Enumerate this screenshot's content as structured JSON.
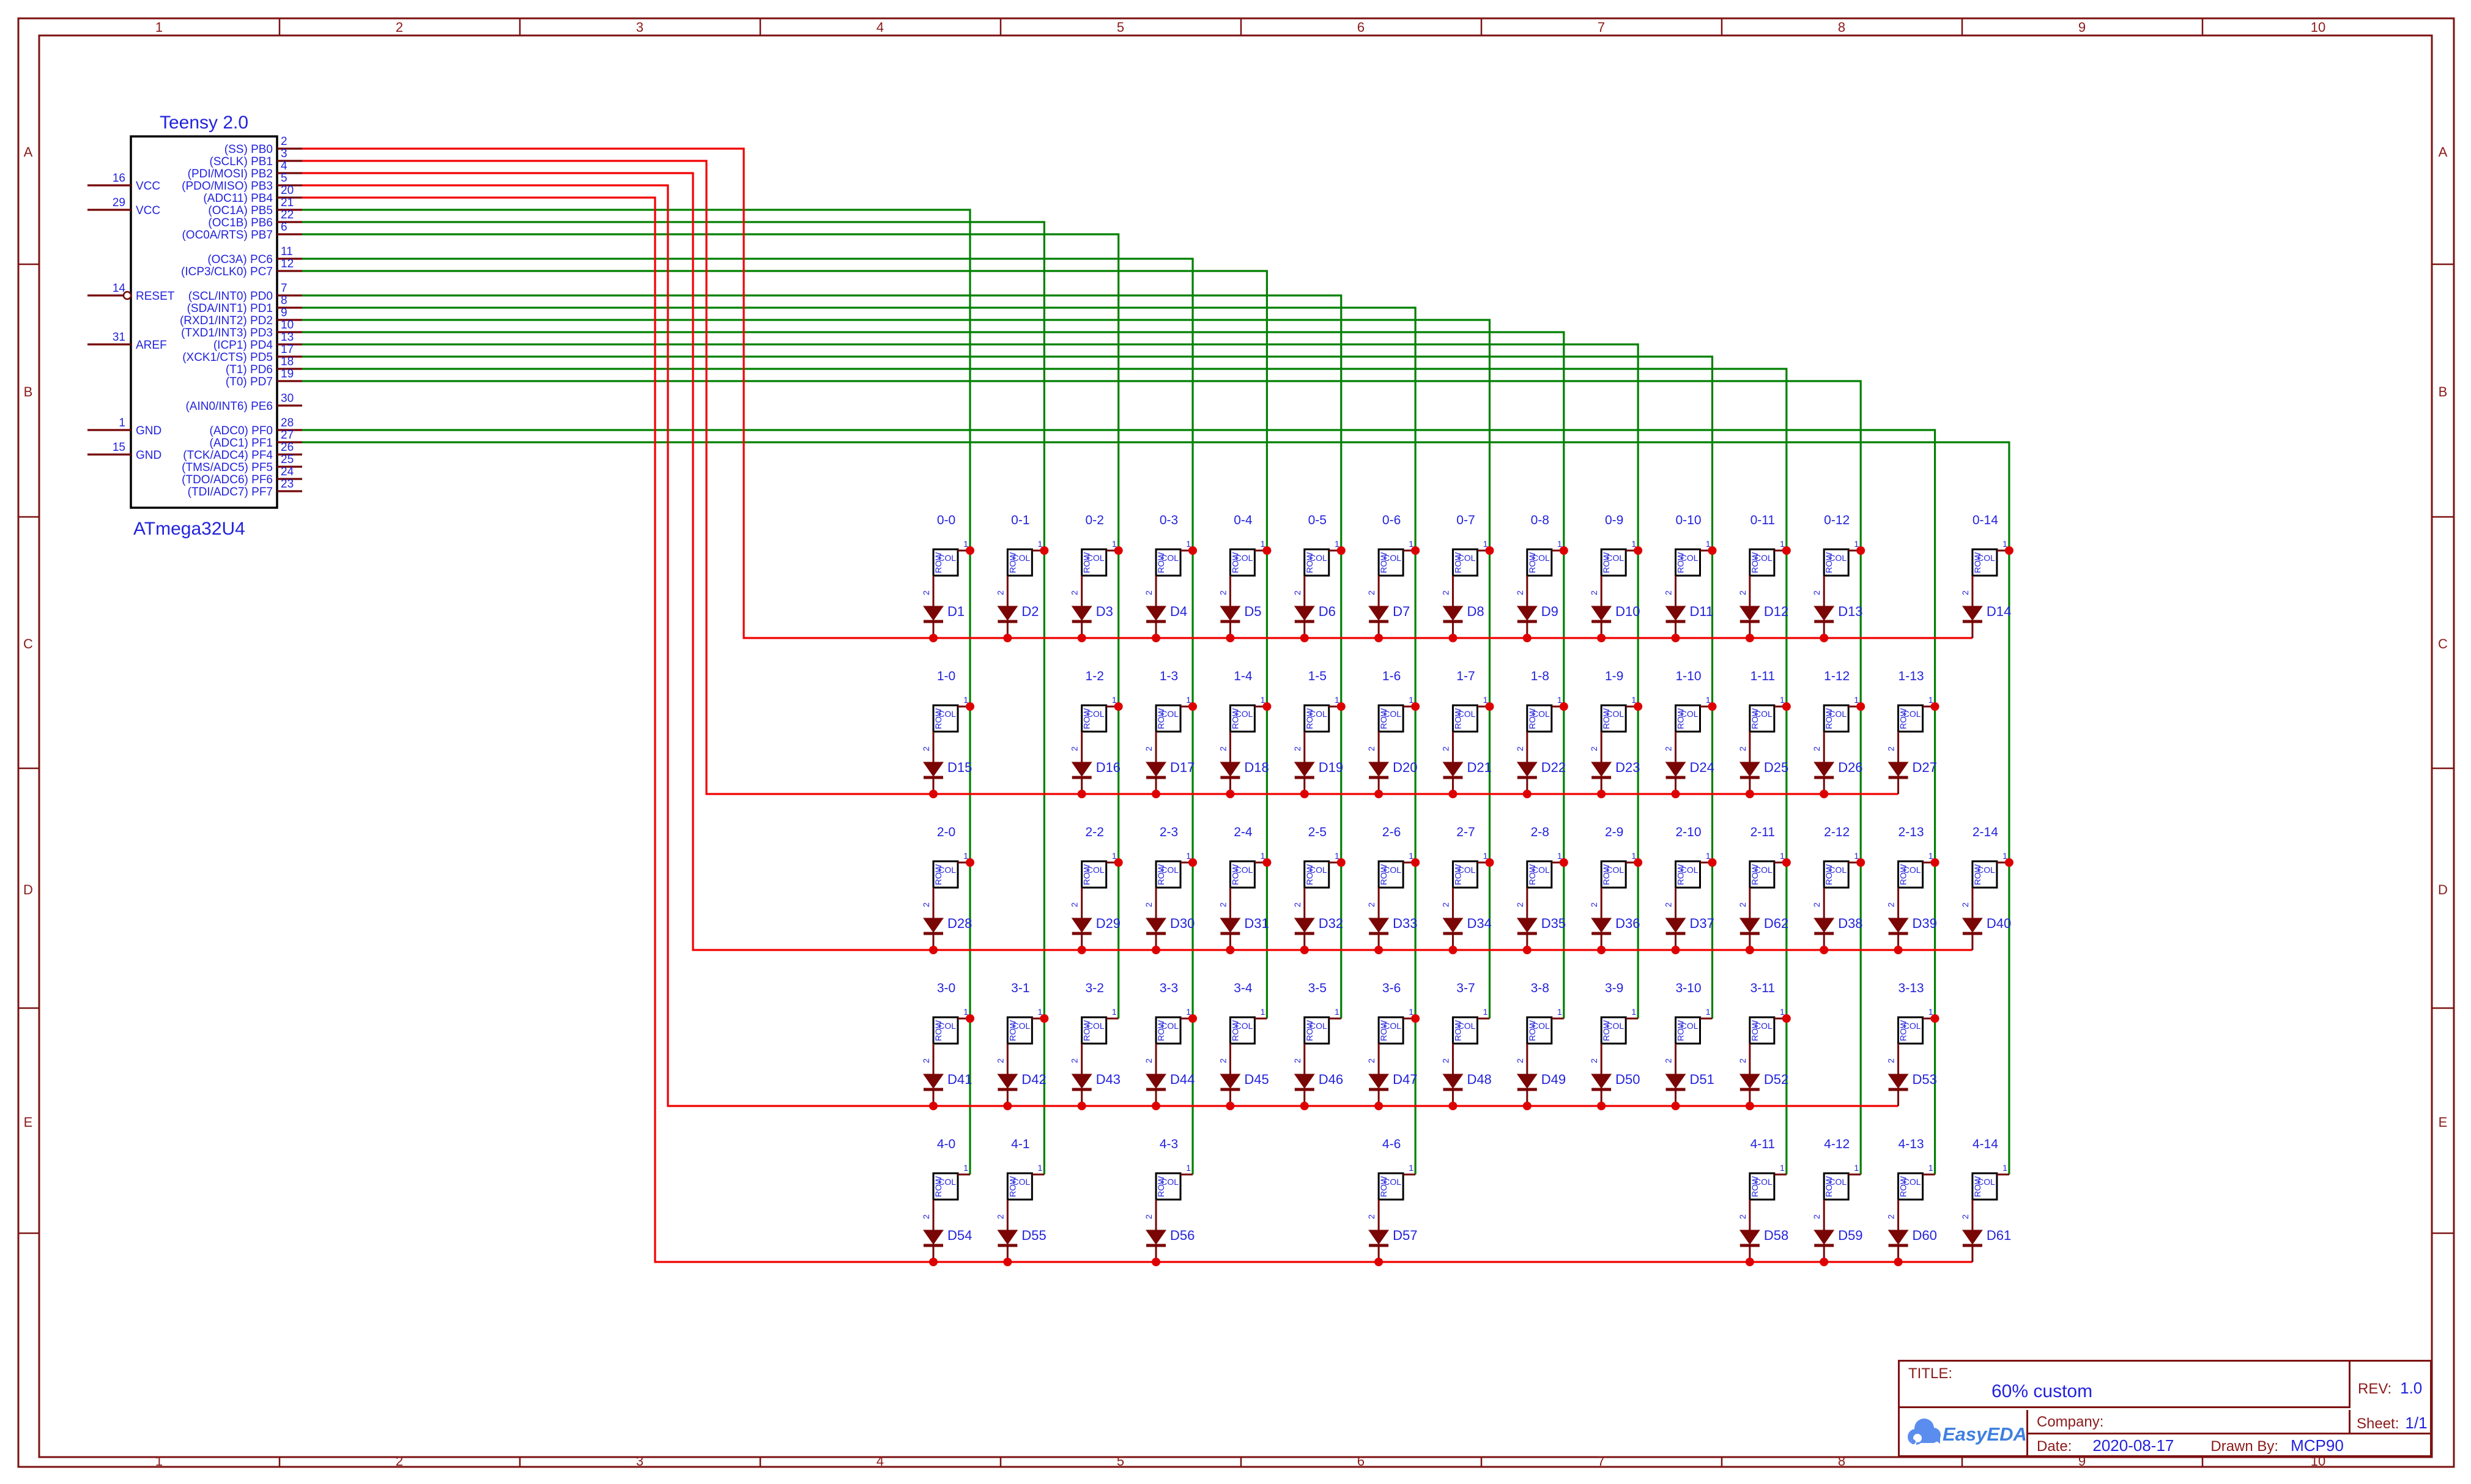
{
  "colors": {
    "frame": "#7d1212",
    "frame_text": "#8b1a1a",
    "wire_row": "#f20000",
    "wire_col": "#008000",
    "dark_red": "#740505",
    "diode_fill": "#7a0505",
    "junction": "#dd0000",
    "blue_text": "#2222dd",
    "component_outline": "#000000",
    "logo_cloud": "#5b8dee",
    "logo_text_color": "#3f7fe0"
  },
  "frame": {
    "column_labels": [
      "1",
      "2",
      "3",
      "4",
      "5",
      "6",
      "7",
      "8",
      "9",
      "10"
    ],
    "row_labels": [
      "A",
      "B",
      "C",
      "D",
      "E"
    ]
  },
  "chip": {
    "title": "Teensy 2.0",
    "part": "ATmega32U4",
    "left_pins": [
      {
        "num": "16",
        "name": "VCC",
        "slot": 3
      },
      {
        "num": "29",
        "name": "VCC",
        "slot": 5
      },
      {
        "num": "14",
        "name": "RESET",
        "slot": 12,
        "bubble": true
      },
      {
        "num": "31",
        "name": "AREF",
        "slot": 16
      },
      {
        "num": "1",
        "name": "GND",
        "slot": 23
      },
      {
        "num": "15",
        "name": "GND",
        "slot": 25
      }
    ],
    "right_pins": [
      {
        "num": "2",
        "label": "(SS) PB0",
        "slot": 0,
        "role": "row",
        "target": 0
      },
      {
        "num": "3",
        "label": "(SCLK) PB1",
        "slot": 1,
        "role": "row",
        "target": 1
      },
      {
        "num": "4",
        "label": "(PDI/MOSI) PB2",
        "slot": 2,
        "role": "row",
        "target": 2
      },
      {
        "num": "5",
        "label": "(PDO/MISO) PB3",
        "slot": 3,
        "role": "row",
        "target": 3
      },
      {
        "num": "20",
        "label": "(ADC11) PB4",
        "slot": 4,
        "role": "row",
        "target": 4
      },
      {
        "num": "21",
        "label": "(OC1A) PB5",
        "slot": 5,
        "role": "col",
        "target": 0
      },
      {
        "num": "22",
        "label": "(OC1B) PB6",
        "slot": 6,
        "role": "col",
        "target": 1
      },
      {
        "num": "6",
        "label": "(OC0A/RTS) PB7",
        "slot": 7,
        "role": "col",
        "target": 2
      },
      {
        "num": "11",
        "label": "(OC3A) PC6",
        "slot": 9,
        "role": "col",
        "target": 3
      },
      {
        "num": "12",
        "label": "(ICP3/CLK0) PC7",
        "slot": 10,
        "role": "col",
        "target": 4
      },
      {
        "num": "7",
        "label": "(SCL/INT0) PD0",
        "slot": 12,
        "role": "col",
        "target": 5
      },
      {
        "num": "8",
        "label": "(SDA/INT1) PD1",
        "slot": 13,
        "role": "col",
        "target": 6
      },
      {
        "num": "9",
        "label": "(RXD1/INT2) PD2",
        "slot": 14,
        "role": "col",
        "target": 7
      },
      {
        "num": "10",
        "label": "(TXD1/INT3) PD3",
        "slot": 15,
        "role": "col",
        "target": 8
      },
      {
        "num": "13",
        "label": "(ICP1) PD4",
        "slot": 16,
        "role": "col",
        "target": 9
      },
      {
        "num": "17",
        "label": "(XCK1/CTS) PD5",
        "slot": 17,
        "role": "col",
        "target": 10
      },
      {
        "num": "18",
        "label": "(T1) PD6",
        "slot": 18,
        "role": "col",
        "target": 11
      },
      {
        "num": "19",
        "label": "(T0) PD7",
        "slot": 19,
        "role": "col",
        "target": 12
      },
      {
        "num": "30",
        "label": "(AIN0/INT6) PE6",
        "slot": 21,
        "role": "nc"
      },
      {
        "num": "28",
        "label": "(ADC0) PF0",
        "slot": 23,
        "role": "col",
        "target": 13
      },
      {
        "num": "27",
        "label": "(ADC1) PF1",
        "slot": 24,
        "role": "col",
        "target": 14
      },
      {
        "num": "26",
        "label": "(TCK/ADC4) PF4",
        "slot": 25,
        "role": "nc"
      },
      {
        "num": "25",
        "label": "(TMS/ADC5) PF5",
        "slot": 26,
        "role": "nc"
      },
      {
        "num": "24",
        "label": "(TDO/ADC6) PF6",
        "slot": 27,
        "role": "nc"
      },
      {
        "num": "23",
        "label": "(TDI/ADC7) PF7",
        "slot": 28,
        "role": "nc"
      }
    ]
  },
  "matrix": {
    "switch_pin_labels": {
      "col": "COL",
      "row": "ROW",
      "pin1": "1",
      "pin2": "2"
    },
    "rows": [
      {
        "index": 0,
        "cells": [
          {
            "c": 0,
            "label": "0-0",
            "diode": "D1"
          },
          {
            "c": 1,
            "label": "0-1",
            "diode": "D2"
          },
          {
            "c": 2,
            "label": "0-2",
            "diode": "D3"
          },
          {
            "c": 3,
            "label": "0-3",
            "diode": "D4"
          },
          {
            "c": 4,
            "label": "0-4",
            "diode": "D5"
          },
          {
            "c": 5,
            "label": "0-5",
            "diode": "D6"
          },
          {
            "c": 6,
            "label": "0-6",
            "diode": "D7"
          },
          {
            "c": 7,
            "label": "0-7",
            "diode": "D8"
          },
          {
            "c": 8,
            "label": "0-8",
            "diode": "D9"
          },
          {
            "c": 9,
            "label": "0-9",
            "diode": "D10"
          },
          {
            "c": 10,
            "label": "0-10",
            "diode": "D11"
          },
          {
            "c": 11,
            "label": "0-11",
            "diode": "D12"
          },
          {
            "c": 12,
            "label": "0-12",
            "diode": "D13"
          },
          {
            "c": 14,
            "label": "0-14",
            "diode": "D14"
          }
        ]
      },
      {
        "index": 1,
        "cells": [
          {
            "c": 0,
            "label": "1-0",
            "diode": "D15"
          },
          {
            "c": 2,
            "label": "1-2",
            "diode": "D16"
          },
          {
            "c": 3,
            "label": "1-3",
            "diode": "D17"
          },
          {
            "c": 4,
            "label": "1-4",
            "diode": "D18"
          },
          {
            "c": 5,
            "label": "1-5",
            "diode": "D19"
          },
          {
            "c": 6,
            "label": "1-6",
            "diode": "D20"
          },
          {
            "c": 7,
            "label": "1-7",
            "diode": "D21"
          },
          {
            "c": 8,
            "label": "1-8",
            "diode": "D22"
          },
          {
            "c": 9,
            "label": "1-9",
            "diode": "D23"
          },
          {
            "c": 10,
            "label": "1-10",
            "diode": "D24"
          },
          {
            "c": 11,
            "label": "1-11",
            "diode": "D25"
          },
          {
            "c": 12,
            "label": "1-12",
            "diode": "D26"
          },
          {
            "c": 13,
            "label": "1-13",
            "diode": "D27"
          }
        ]
      },
      {
        "index": 2,
        "cells": [
          {
            "c": 0,
            "label": "2-0",
            "diode": "D28"
          },
          {
            "c": 2,
            "label": "2-2",
            "diode": "D29"
          },
          {
            "c": 3,
            "label": "2-3",
            "diode": "D30"
          },
          {
            "c": 4,
            "label": "2-4",
            "diode": "D31"
          },
          {
            "c": 5,
            "label": "2-5",
            "diode": "D32"
          },
          {
            "c": 6,
            "label": "2-6",
            "diode": "D33"
          },
          {
            "c": 7,
            "label": "2-7",
            "diode": "D34"
          },
          {
            "c": 8,
            "label": "2-8",
            "diode": "D35"
          },
          {
            "c": 9,
            "label": "2-9",
            "diode": "D36"
          },
          {
            "c": 10,
            "label": "2-10",
            "diode": "D37"
          },
          {
            "c": 11,
            "label": "2-11",
            "diode": "D62"
          },
          {
            "c": 12,
            "label": "2-12",
            "diode": "D38"
          },
          {
            "c": 13,
            "label": "2-13",
            "diode": "D39"
          },
          {
            "c": 14,
            "label": "2-14",
            "diode": "D40"
          }
        ]
      },
      {
        "index": 3,
        "cells": [
          {
            "c": 0,
            "label": "3-0",
            "diode": "D41"
          },
          {
            "c": 1,
            "label": "3-1",
            "diode": "D42"
          },
          {
            "c": 2,
            "label": "3-2",
            "diode": "D43"
          },
          {
            "c": 3,
            "label": "3-3",
            "diode": "D44"
          },
          {
            "c": 4,
            "label": "3-4",
            "diode": "D45"
          },
          {
            "c": 5,
            "label": "3-5",
            "diode": "D46"
          },
          {
            "c": 6,
            "label": "3-6",
            "diode": "D47"
          },
          {
            "c": 7,
            "label": "3-7",
            "diode": "D48"
          },
          {
            "c": 8,
            "label": "3-8",
            "diode": "D49"
          },
          {
            "c": 9,
            "label": "3-9",
            "diode": "D50"
          },
          {
            "c": 10,
            "label": "3-10",
            "diode": "D51"
          },
          {
            "c": 11,
            "label": "3-11",
            "diode": "D52"
          },
          {
            "c": 13,
            "label": "3-13",
            "diode": "D53"
          }
        ]
      },
      {
        "index": 4,
        "cells": [
          {
            "c": 0,
            "label": "4-0",
            "diode": "D54"
          },
          {
            "c": 1,
            "label": "4-1",
            "diode": "D55"
          },
          {
            "c": 3,
            "label": "4-3",
            "diode": "D56"
          },
          {
            "c": 6,
            "label": "4-6",
            "diode": "D57"
          },
          {
            "c": 11,
            "label": "4-11",
            "diode": "D58"
          },
          {
            "c": 12,
            "label": "4-12",
            "diode": "D59"
          },
          {
            "c": 13,
            "label": "4-13",
            "diode": "D60"
          },
          {
            "c": 14,
            "label": "4-14",
            "diode": "D61"
          }
        ]
      }
    ]
  },
  "title_block": {
    "title_label": "TITLE:",
    "title": "60% custom",
    "rev_label": "REV:",
    "rev": "1.0",
    "company_label": "Company:",
    "company": "",
    "sheet_label": "Sheet:",
    "sheet": "1/1",
    "date_label": "Date:",
    "date": "2020-08-17",
    "drawn_by_label": "Drawn By:",
    "drawn_by": "MCP90",
    "logo_text": "EasyEDA"
  }
}
